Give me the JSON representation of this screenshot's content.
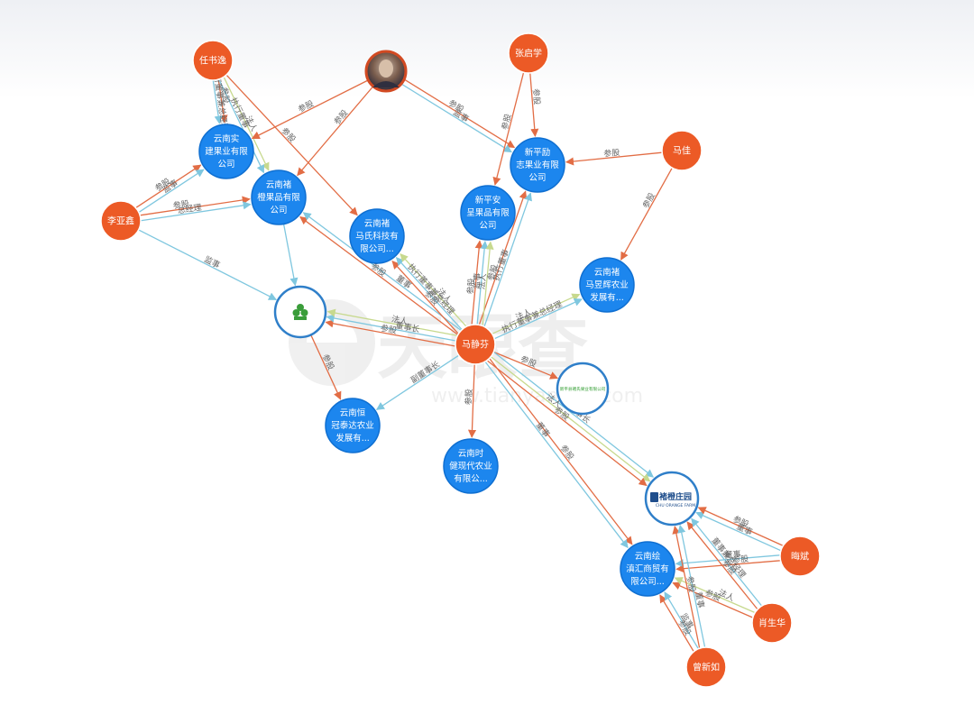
{
  "watermark": {
    "brand": "天眼查",
    "url": "www.tianyancha.com"
  },
  "colors": {
    "person": "#ec5a26",
    "company": "#1c86ee",
    "company_stroke": "#0f6fd1",
    "invest_edge": "#e26d45",
    "role_edge": "#7fc7df",
    "legal_edge": "#c7d98e",
    "edge_label": "#666666"
  },
  "nodes": [
    {
      "id": "rsy",
      "type": "person",
      "label": [
        "任书逸"
      ]
    },
    {
      "id": "photo",
      "type": "photo",
      "label": []
    },
    {
      "id": "zqx",
      "type": "person",
      "label": [
        "张启学"
      ]
    },
    {
      "id": "maj",
      "type": "person",
      "label": [
        "马佳"
      ]
    },
    {
      "id": "lyx",
      "type": "person",
      "label": [
        "李亚鑫"
      ]
    },
    {
      "id": "mjf",
      "type": "person",
      "label": [
        "马静芬"
      ]
    },
    {
      "id": "hh",
      "type": "person",
      "label": [
        "晦斌"
      ]
    },
    {
      "id": "xsh",
      "type": "person",
      "label": [
        "肖生华"
      ]
    },
    {
      "id": "zxr",
      "type": "person",
      "label": [
        "曾新如"
      ]
    },
    {
      "id": "c1",
      "type": "company",
      "label": [
        "云南实",
        "建果业有限",
        "公司"
      ]
    },
    {
      "id": "c2",
      "type": "company",
      "label": [
        "云南褚",
        "橙果品有限",
        "公司"
      ]
    },
    {
      "id": "c3",
      "type": "company",
      "label": [
        "云南褚",
        "马氏科技有",
        "限公司..."
      ]
    },
    {
      "id": "c4",
      "type": "company",
      "label": [
        "新平安",
        "呈果品有限",
        "公司"
      ]
    },
    {
      "id": "c5",
      "type": "company",
      "label": [
        "新平励",
        "志果业有限",
        "公司"
      ]
    },
    {
      "id": "c6",
      "type": "company",
      "label": [
        "云南褚",
        "马昱辉农业",
        "发展有..."
      ]
    },
    {
      "id": "c7",
      "type": "company",
      "label": [
        "云南恒",
        "冠泰达农业",
        "发展有..."
      ]
    },
    {
      "id": "c8",
      "type": "company",
      "label": [
        "云南时",
        "健现代农业",
        "有限公..."
      ]
    },
    {
      "id": "c9",
      "type": "company",
      "label": [
        "云南绘",
        "滇汇商贸有",
        "限公司..."
      ]
    },
    {
      "id": "logo1",
      "type": "logo",
      "label": []
    },
    {
      "id": "logo2",
      "type": "logo",
      "label": [
        "新平县褚氏果业有限公司"
      ]
    },
    {
      "id": "logo3",
      "type": "logo",
      "label": [
        "褚橙庄园",
        "CHU ORANGE FARM"
      ]
    }
  ],
  "edges": [
    {
      "from": "rsy",
      "to": "c1",
      "kind": "invest",
      "labels": [
        "参股"
      ]
    },
    {
      "from": "rsy",
      "to": "c1",
      "kind": "role",
      "labels": [
        "执行董事兼总经理"
      ]
    },
    {
      "from": "rsy",
      "to": "c2",
      "kind": "legal",
      "labels": [
        "法人"
      ]
    },
    {
      "from": "rsy",
      "to": "c2",
      "kind": "role",
      "labels": [
        "执行董事"
      ]
    },
    {
      "from": "rsy",
      "to": "c3",
      "kind": "invest",
      "labels": [
        "参股"
      ]
    },
    {
      "from": "photo",
      "to": "c1",
      "kind": "invest",
      "labels": [
        "参股"
      ]
    },
    {
      "from": "photo",
      "to": "c2",
      "kind": "invest",
      "labels": [
        "参股"
      ]
    },
    {
      "from": "photo",
      "to": "c5",
      "kind": "invest",
      "labels": [
        "参股"
      ]
    },
    {
      "from": "photo",
      "to": "c5",
      "kind": "role",
      "labels": [
        "监事"
      ]
    },
    {
      "from": "zqx",
      "to": "c5",
      "kind": "invest",
      "labels": [
        "参股"
      ]
    },
    {
      "from": "zqx",
      "to": "c4",
      "kind": "invest",
      "labels": [
        "参股"
      ]
    },
    {
      "from": "maj",
      "to": "c5",
      "kind": "invest",
      "labels": [
        "参股"
      ]
    },
    {
      "from": "maj",
      "to": "c6",
      "kind": "invest",
      "labels": [
        "参股"
      ]
    },
    {
      "from": "lyx",
      "to": "c1",
      "kind": "invest",
      "labels": [
        "参股"
      ]
    },
    {
      "from": "lyx",
      "to": "c1",
      "kind": "role",
      "labels": [
        "监事"
      ]
    },
    {
      "from": "lyx",
      "to": "c2",
      "kind": "invest",
      "labels": [
        "参股"
      ]
    },
    {
      "from": "lyx",
      "to": "c2",
      "kind": "role",
      "labels": [
        "总经理"
      ]
    },
    {
      "from": "lyx",
      "to": "logo1",
      "kind": "role",
      "labels": [
        "监事"
      ]
    },
    {
      "from": "c2",
      "to": "logo1",
      "kind": "role",
      "labels": [
        ""
      ]
    },
    {
      "from": "logo1",
      "to": "c7",
      "kind": "invest",
      "labels": [
        "参股"
      ]
    },
    {
      "from": "mjf",
      "to": "c2",
      "kind": "invest",
      "labels": [
        "参股"
      ]
    },
    {
      "from": "mjf",
      "to": "c2",
      "kind": "role",
      "labels": [
        "董事"
      ]
    },
    {
      "from": "mjf",
      "to": "c3",
      "kind": "invest",
      "labels": [
        "参股"
      ]
    },
    {
      "from": "mjf",
      "to": "c3",
      "kind": "role",
      "labels": [
        "执行董事兼总经理"
      ]
    },
    {
      "from": "mjf",
      "to": "c3",
      "kind": "legal",
      "labels": [
        "法人"
      ]
    },
    {
      "from": "mjf",
      "to": "c4",
      "kind": "invest",
      "labels": [
        "参股"
      ]
    },
    {
      "from": "mjf",
      "to": "c4",
      "kind": "role",
      "labels": [
        "监事"
      ]
    },
    {
      "from": "mjf",
      "to": "c5",
      "kind": "invest",
      "labels": [
        "参股"
      ]
    },
    {
      "from": "mjf",
      "to": "c5",
      "kind": "role",
      "labels": [
        "执行董事"
      ]
    },
    {
      "from": "mjf",
      "to": "c4",
      "kind": "legal",
      "labels": [
        "法人"
      ]
    },
    {
      "from": "mjf",
      "to": "c6",
      "kind": "legal",
      "labels": [
        "法人"
      ]
    },
    {
      "from": "mjf",
      "to": "c6",
      "kind": "role",
      "labels": [
        "执行董事兼总经理"
      ]
    },
    {
      "from": "mjf",
      "to": "logo1",
      "kind": "invest",
      "labels": [
        "参股"
      ]
    },
    {
      "from": "mjf",
      "to": "logo1",
      "kind": "role",
      "labels": [
        "董事长"
      ]
    },
    {
      "from": "mjf",
      "to": "logo1",
      "kind": "legal",
      "labels": [
        "法人"
      ]
    },
    {
      "from": "mjf",
      "to": "logo2",
      "kind": "invest",
      "labels": [
        "参股"
      ]
    },
    {
      "from": "mjf",
      "to": "c7",
      "kind": "role",
      "labels": [
        "副董事长"
      ]
    },
    {
      "from": "mjf",
      "to": "c8",
      "kind": "invest",
      "labels": [
        "参股"
      ]
    },
    {
      "from": "mjf",
      "to": "logo3",
      "kind": "role",
      "labels": [
        "董事长"
      ]
    },
    {
      "from": "mjf",
      "to": "logo3",
      "kind": "legal",
      "labels": [
        "法人"
      ]
    },
    {
      "from": "mjf",
      "to": "logo3",
      "kind": "invest",
      "labels": [
        "参股"
      ]
    },
    {
      "from": "mjf",
      "to": "c9",
      "kind": "invest",
      "labels": [
        "参股"
      ]
    },
    {
      "from": "mjf",
      "to": "c9",
      "kind": "role",
      "labels": [
        "董事"
      ]
    },
    {
      "from": "hh",
      "to": "logo3",
      "kind": "role",
      "labels": [
        "董事"
      ]
    },
    {
      "from": "hh",
      "to": "logo3",
      "kind": "invest",
      "labels": [
        "参股"
      ]
    },
    {
      "from": "hh",
      "to": "c9",
      "kind": "invest",
      "labels": [
        "参股"
      ]
    },
    {
      "from": "hh",
      "to": "c9",
      "kind": "role",
      "labels": [
        "董事"
      ]
    },
    {
      "from": "xsh",
      "to": "c9",
      "kind": "invest",
      "labels": [
        "参股"
      ]
    },
    {
      "from": "xsh",
      "to": "c9",
      "kind": "legal",
      "labels": [
        "法人"
      ]
    },
    {
      "from": "xsh",
      "to": "logo3",
      "kind": "invest",
      "labels": [
        "参股"
      ]
    },
    {
      "from": "xsh",
      "to": "logo3",
      "kind": "role",
      "labels": [
        "董事兼总经理"
      ]
    },
    {
      "from": "zxr",
      "to": "c9",
      "kind": "invest",
      "labels": [
        "参股"
      ]
    },
    {
      "from": "zxr",
      "to": "c9",
      "kind": "role",
      "labels": [
        "监事"
      ]
    },
    {
      "from": "zxr",
      "to": "logo3",
      "kind": "invest",
      "labels": [
        "参股"
      ]
    },
    {
      "from": "zxr",
      "to": "logo3",
      "kind": "role",
      "labels": [
        "董事"
      ]
    }
  ]
}
